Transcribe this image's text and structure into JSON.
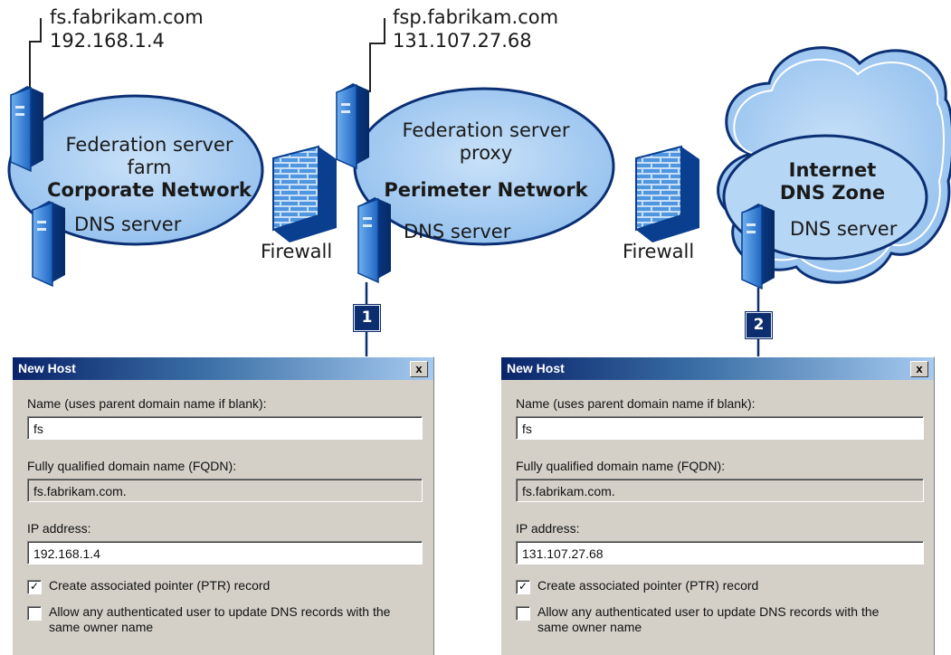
{
  "servers": {
    "corporate": {
      "host": "fs.fabrikam.com",
      "ip": "192.168.1.4"
    },
    "perimeter": {
      "host": "fsp.fabrikam.com",
      "ip": "131.107.27.68"
    }
  },
  "zones": {
    "corporate": {
      "line1": "Federation server",
      "line2": "farm",
      "name": "Corporate Network",
      "dns": "DNS server"
    },
    "perimeter": {
      "line1": "Federation server",
      "line2": "proxy",
      "name": "Perimeter Network",
      "dns": "DNS server"
    },
    "internet": {
      "line1": "Internet",
      "line2": "DNS Zone",
      "dns": "DNS server"
    }
  },
  "firewalls": [
    "Firewall",
    "Firewall"
  ],
  "badges": [
    "1",
    "2"
  ],
  "dialogs": [
    {
      "title": "New Host",
      "close": "x",
      "name_label": "Name (uses parent domain name if blank):",
      "name_value": "fs",
      "fqdn_label": "Fully qualified domain name (FQDN):",
      "fqdn_value": "fs.fabrikam.com.",
      "ip_label": "IP address:",
      "ip_value": "192.168.1.4",
      "ptr_label": "Create associated pointer (PTR) record",
      "ptr_checked": true,
      "allow_label_1": "Allow any authenticated user to update DNS records with the",
      "allow_label_2": "same owner name",
      "allow_checked": false
    },
    {
      "title": "New Host",
      "close": "x",
      "name_label": "Name (uses parent domain name if blank):",
      "name_value": "fs",
      "fqdn_label": "Fully qualified domain name (FQDN):",
      "fqdn_value": "fs.fabrikam.com.",
      "ip_label": "IP address:",
      "ip_value": "131.107.27.68",
      "ptr_label": "Create associated pointer (PTR) record",
      "ptr_checked": true,
      "allow_label_1": "Allow any authenticated user to update DNS records with the",
      "allow_label_2": "same owner name",
      "allow_checked": false
    }
  ],
  "colors": {
    "ellipse_fill": "#a9cdf0",
    "ellipse_stroke": "#0b2f73",
    "server_front": "#2f7fd6",
    "server_side": "#0a3f8f",
    "badge": "#0d2e6e",
    "dialog_bg": "#d4d0c8",
    "title_start": "#0a246a"
  }
}
